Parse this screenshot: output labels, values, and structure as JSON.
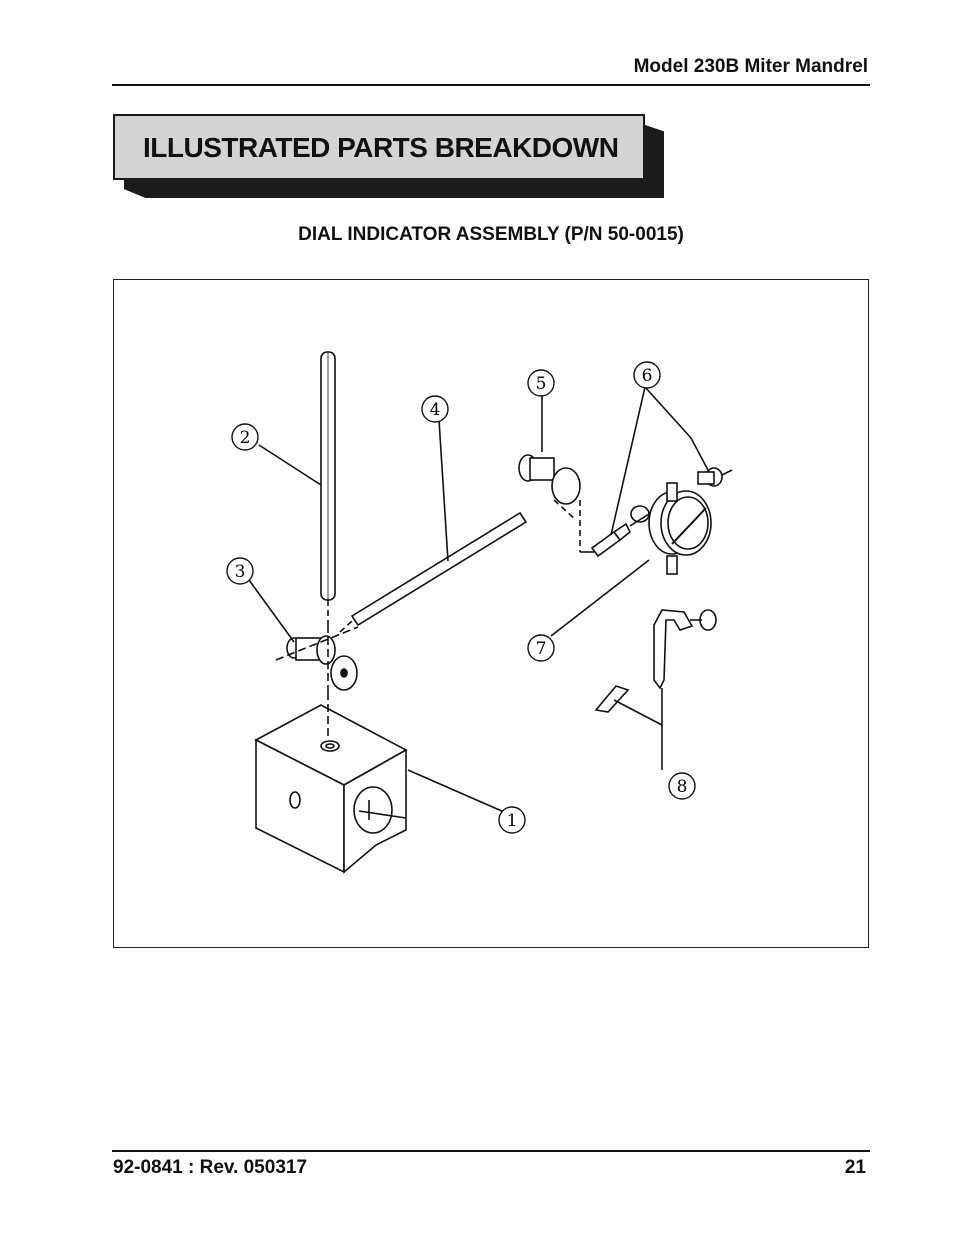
{
  "header": {
    "title": "Model 230B Miter Mandrel"
  },
  "section": {
    "banner_title": "ILLUSTRATED PARTS BREAKDOWN"
  },
  "figure": {
    "title": "DIAL INDICATOR ASSEMBLY (P/N 50-0015)",
    "callouts": [
      "1",
      "2",
      "3",
      "4",
      "5",
      "6",
      "7",
      "8"
    ]
  },
  "footer": {
    "doc_rev": "92-0841 : Rev. 050317",
    "page_number": "21"
  }
}
